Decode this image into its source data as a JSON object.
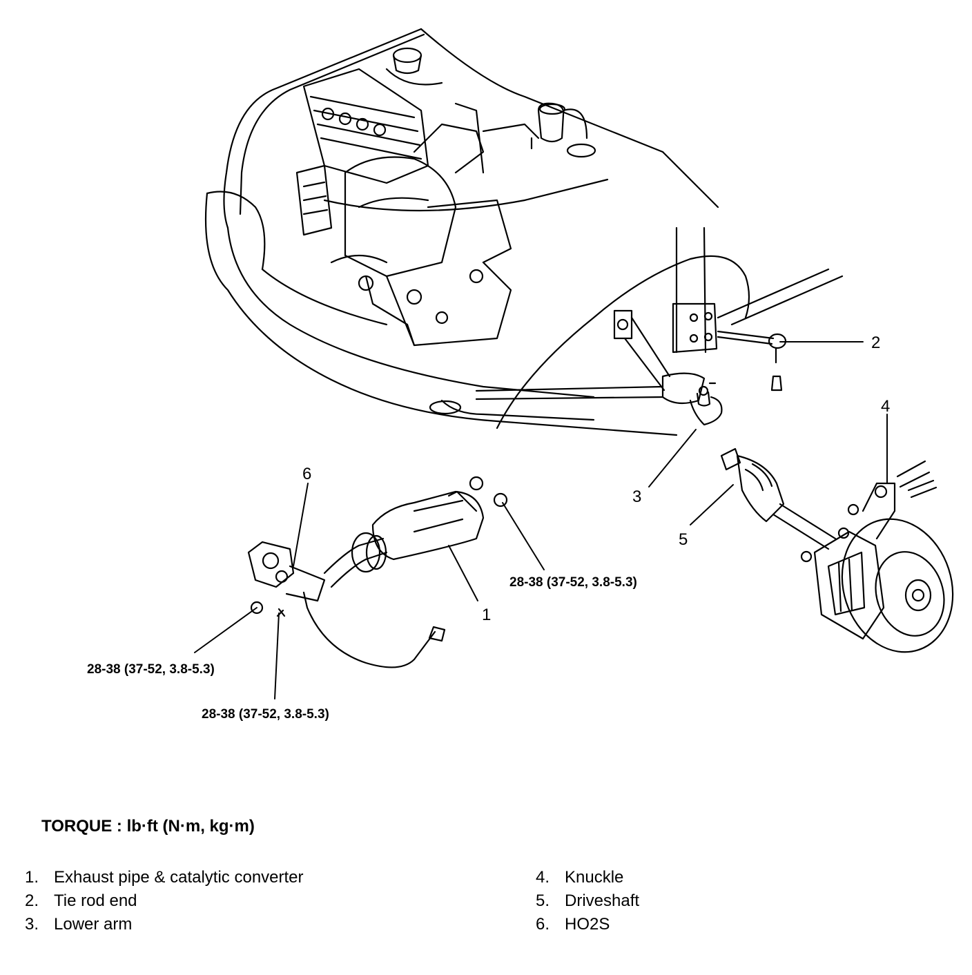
{
  "callouts": [
    {
      "id": "1",
      "text": "1"
    },
    {
      "id": "2",
      "text": "2"
    },
    {
      "id": "3",
      "text": "3"
    },
    {
      "id": "4",
      "text": "4"
    },
    {
      "id": "5",
      "text": "5"
    },
    {
      "id": "6",
      "text": "6"
    }
  ],
  "torque_specs": [
    {
      "text": "28-38 (37-52, 3.8-5.3)"
    },
    {
      "text": "28-38 (37-52, 3.8-5.3)"
    },
    {
      "text": "28-38 (37-52, 3.8-5.3)"
    }
  ],
  "legend": {
    "title": "TORQUE : lb·ft (N·m, kg·m)",
    "items": [
      {
        "num": "1.",
        "label": "Exhaust pipe & catalytic converter"
      },
      {
        "num": "2.",
        "label": "Tie rod end"
      },
      {
        "num": "3.",
        "label": "Lower arm"
      },
      {
        "num": "4.",
        "label": "Knuckle"
      },
      {
        "num": "5.",
        "label": "Driveshaft"
      },
      {
        "num": "6.",
        "label": "HO2S"
      }
    ]
  }
}
